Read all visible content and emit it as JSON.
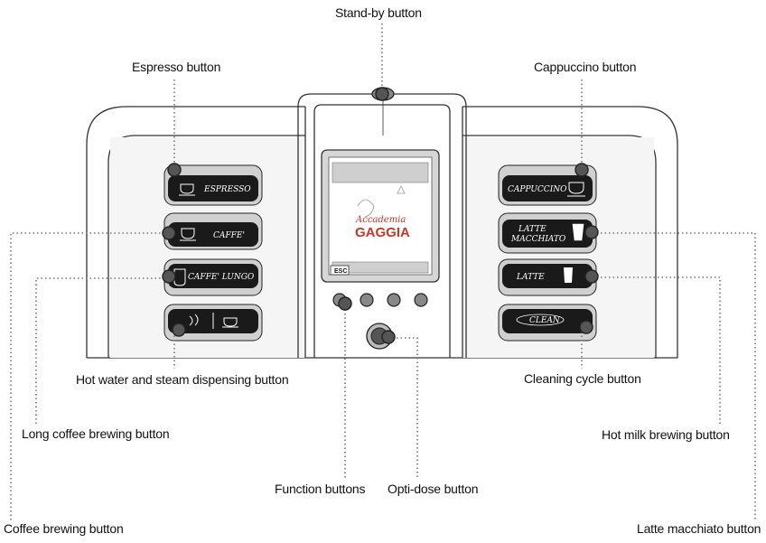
{
  "labels": {
    "standby": "Stand-by button",
    "espresso": "Espresso button",
    "cappuccino": "Cappuccino button",
    "hot_water": "Hot water and steam dispensing button",
    "cleaning": "Cleaning cycle button",
    "long_coffee": "Long coffee brewing button",
    "hot_milk": "Hot milk brewing button",
    "function": "Function buttons",
    "opti_dose": "Opti-dose button",
    "coffee": "Coffee brewing button",
    "latte_macchiato": "Latte macchiato button"
  },
  "buttons": {
    "espresso": "ESPRESSO",
    "caffe": "CAFFE'",
    "caffe_lungo": "CAFFE' LUNGO",
    "cappuccino": "CAPPUCCINO",
    "latte_macchiato_1": "LATTE",
    "latte_macchiato_2": "MACCHIATO",
    "latte": "LATTE",
    "clean": "CLEAN"
  },
  "display": {
    "logo_line1": "Accademia",
    "logo_line2": "GAGGIA",
    "esc": "ESC"
  },
  "colors": {
    "outline": "#333333",
    "button_dark": "#1a1a1a",
    "logo_red": "#c0392b"
  }
}
